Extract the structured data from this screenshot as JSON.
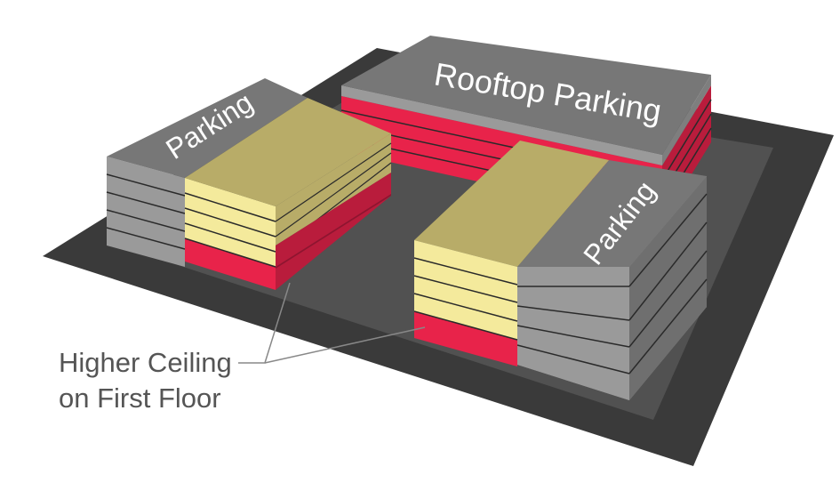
{
  "labels": {
    "rooftop": "Rooftop Parking",
    "left_roof": "Parking",
    "right_roof": "Parking",
    "callout_line1": "Higher Ceiling",
    "callout_line2": "on First Floor"
  },
  "colors": {
    "ground": "#3a3a3a",
    "lot": "#505050",
    "parking_gray": "#7a7a7a",
    "parking_gray_side": "#9a9a9a",
    "residential_top": "#b8ac68",
    "residential_side": "#f4ea9c",
    "retail_red": "#e8234a",
    "retail_red_dark": "#b91c3c",
    "callout_text": "#555555",
    "label_text": "#ffffff"
  }
}
